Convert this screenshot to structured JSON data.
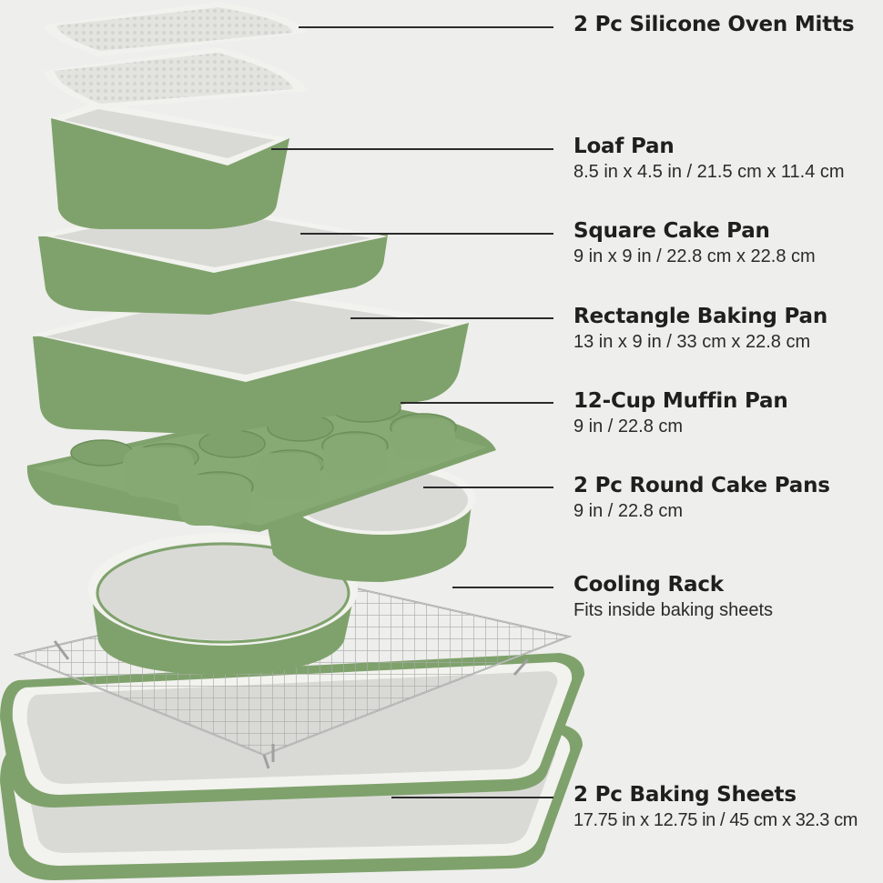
{
  "colors": {
    "background": "#eeeeec",
    "pan_green": "#7fa26c",
    "pan_green_dark": "#6b8f5a",
    "pan_interior": "#d9dad6",
    "rim": "#f2f2ee",
    "silicone": "#e3e4df",
    "rack_wire": "#b7b9b6",
    "leader_line": "#2b2b2b",
    "text": "#1f1f1f"
  },
  "callouts": [
    {
      "id": "mitts",
      "title": "2 Pc Silicone Oven Mitts",
      "subtitle": ""
    },
    {
      "id": "loaf",
      "title": "Loaf Pan",
      "subtitle": "8.5 in x 4.5 in / 21.5 cm x 11.4 cm"
    },
    {
      "id": "square",
      "title": "Square Cake Pan",
      "subtitle": "9 in x 9 in / 22.8 cm x 22.8 cm"
    },
    {
      "id": "rect",
      "title": "Rectangle Baking Pan",
      "subtitle": "13 in x 9 in / 33 cm x 22.8 cm"
    },
    {
      "id": "muffin",
      "title": "12-Cup Muffin Pan",
      "subtitle": "9 in / 22.8 cm"
    },
    {
      "id": "round",
      "title": "2 Pc Round Cake Pans",
      "subtitle": "9 in / 22.8 cm"
    },
    {
      "id": "rack",
      "title": "Cooling Rack",
      "subtitle": "Fits inside baking sheets"
    },
    {
      "id": "sheets",
      "title": "2 Pc Baking Sheets",
      "subtitle": "17.75 in x 12.75 in / 45 cm x 32.3 cm"
    }
  ]
}
